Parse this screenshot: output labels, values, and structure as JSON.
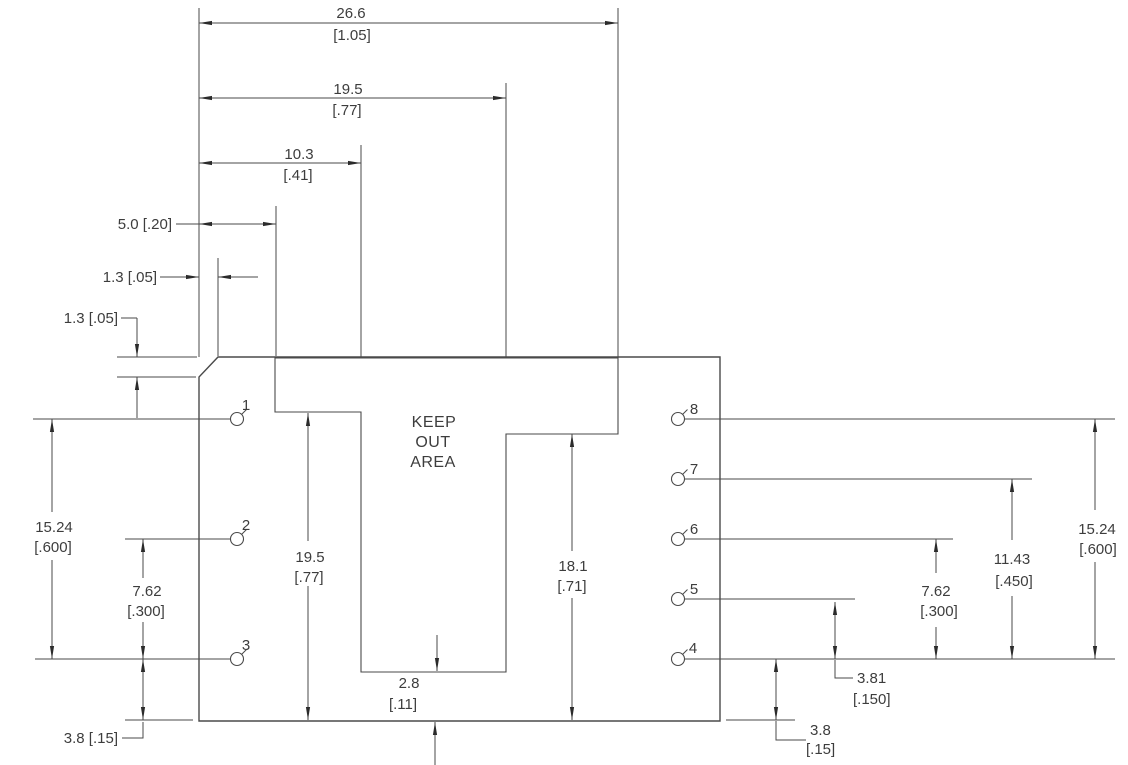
{
  "palette": {
    "ink": "#4a4a4a",
    "arrow": "#2b2b2b",
    "hatch": "#8c8c8c",
    "text": "#3d3d3d",
    "bg": "#ffffff"
  },
  "keep_out": {
    "line1": "KEEP",
    "line2": "OUT",
    "line3": "AREA"
  },
  "pins": {
    "p1": "1",
    "p2": "2",
    "p3": "3",
    "p4": "4",
    "p5": "5",
    "p6": "6",
    "p7": "7",
    "p8": "8"
  },
  "dims": {
    "top_width_overall": {
      "mm": "26.6",
      "inch": "[1.05]"
    },
    "top_width_keepout": {
      "mm": "19.5",
      "inch": "[.77]"
    },
    "top_width_stem": {
      "mm": "10.3",
      "inch": "[.41]"
    },
    "top_width_5_0": {
      "label": "5.0 [.20]"
    },
    "top_width_1_3": {
      "label": "1.3 [.05]"
    },
    "left_height_1_3": {
      "label": "1.3 [.05]"
    },
    "left_span_15_24": {
      "mm": "15.24",
      "inch": "[.600]"
    },
    "left_pitch_7_62": {
      "mm": "7.62",
      "inch": "[.300]"
    },
    "left_offset_3_8": {
      "label": "3.8 [.15]"
    },
    "center_height_19_5": {
      "mm": "19.5",
      "inch": "[.77]"
    },
    "center_height_18_1": {
      "mm": "18.1",
      "inch": "[.71]"
    },
    "center_gap_2_8": {
      "mm": "2.8",
      "inch": "[.11]"
    },
    "right_offset_3_81": {
      "mm": "3.81",
      "inch": "[.150]"
    },
    "right_pitch_7_62": {
      "mm": "7.62",
      "inch": "[.300]"
    },
    "right_span_11_43": {
      "mm": "11.43",
      "inch": "[.450]"
    },
    "right_span_15_24": {
      "mm": "15.24",
      "inch": "[.600]"
    },
    "right_offset_3_8": {
      "mm": "3.8",
      "inch": "[.15]"
    }
  }
}
